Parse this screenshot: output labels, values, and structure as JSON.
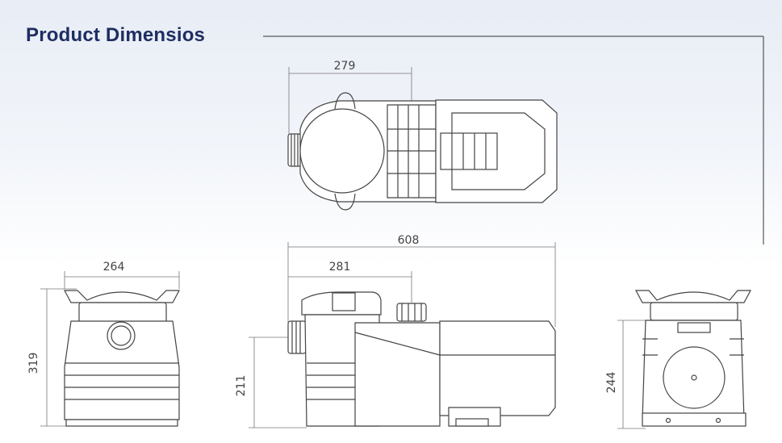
{
  "title": "Product Dimensios",
  "colors": {
    "title": "#1e2e62",
    "line": "#555555",
    "dim": "#777777"
  },
  "views": {
    "top": {
      "width": "279"
    },
    "front": {
      "width": "264",
      "height": "319"
    },
    "side": {
      "overall": "608",
      "inlet": "281",
      "height": "211"
    },
    "rear": {
      "height": "244"
    }
  }
}
